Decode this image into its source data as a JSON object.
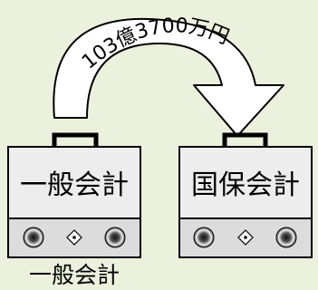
{
  "transfer": {
    "amount": "103億3700万円"
  },
  "from_safe": {
    "label": "一般会計"
  },
  "to_safe": {
    "label": "国保会計"
  },
  "caption": "一般会計",
  "colors": {
    "background": "#ebf1dd",
    "arrow_fill": "#ffffff",
    "outline": "#000000",
    "safe_top": "#e8e8e8",
    "safe_bottom": "#dcdcdc"
  }
}
